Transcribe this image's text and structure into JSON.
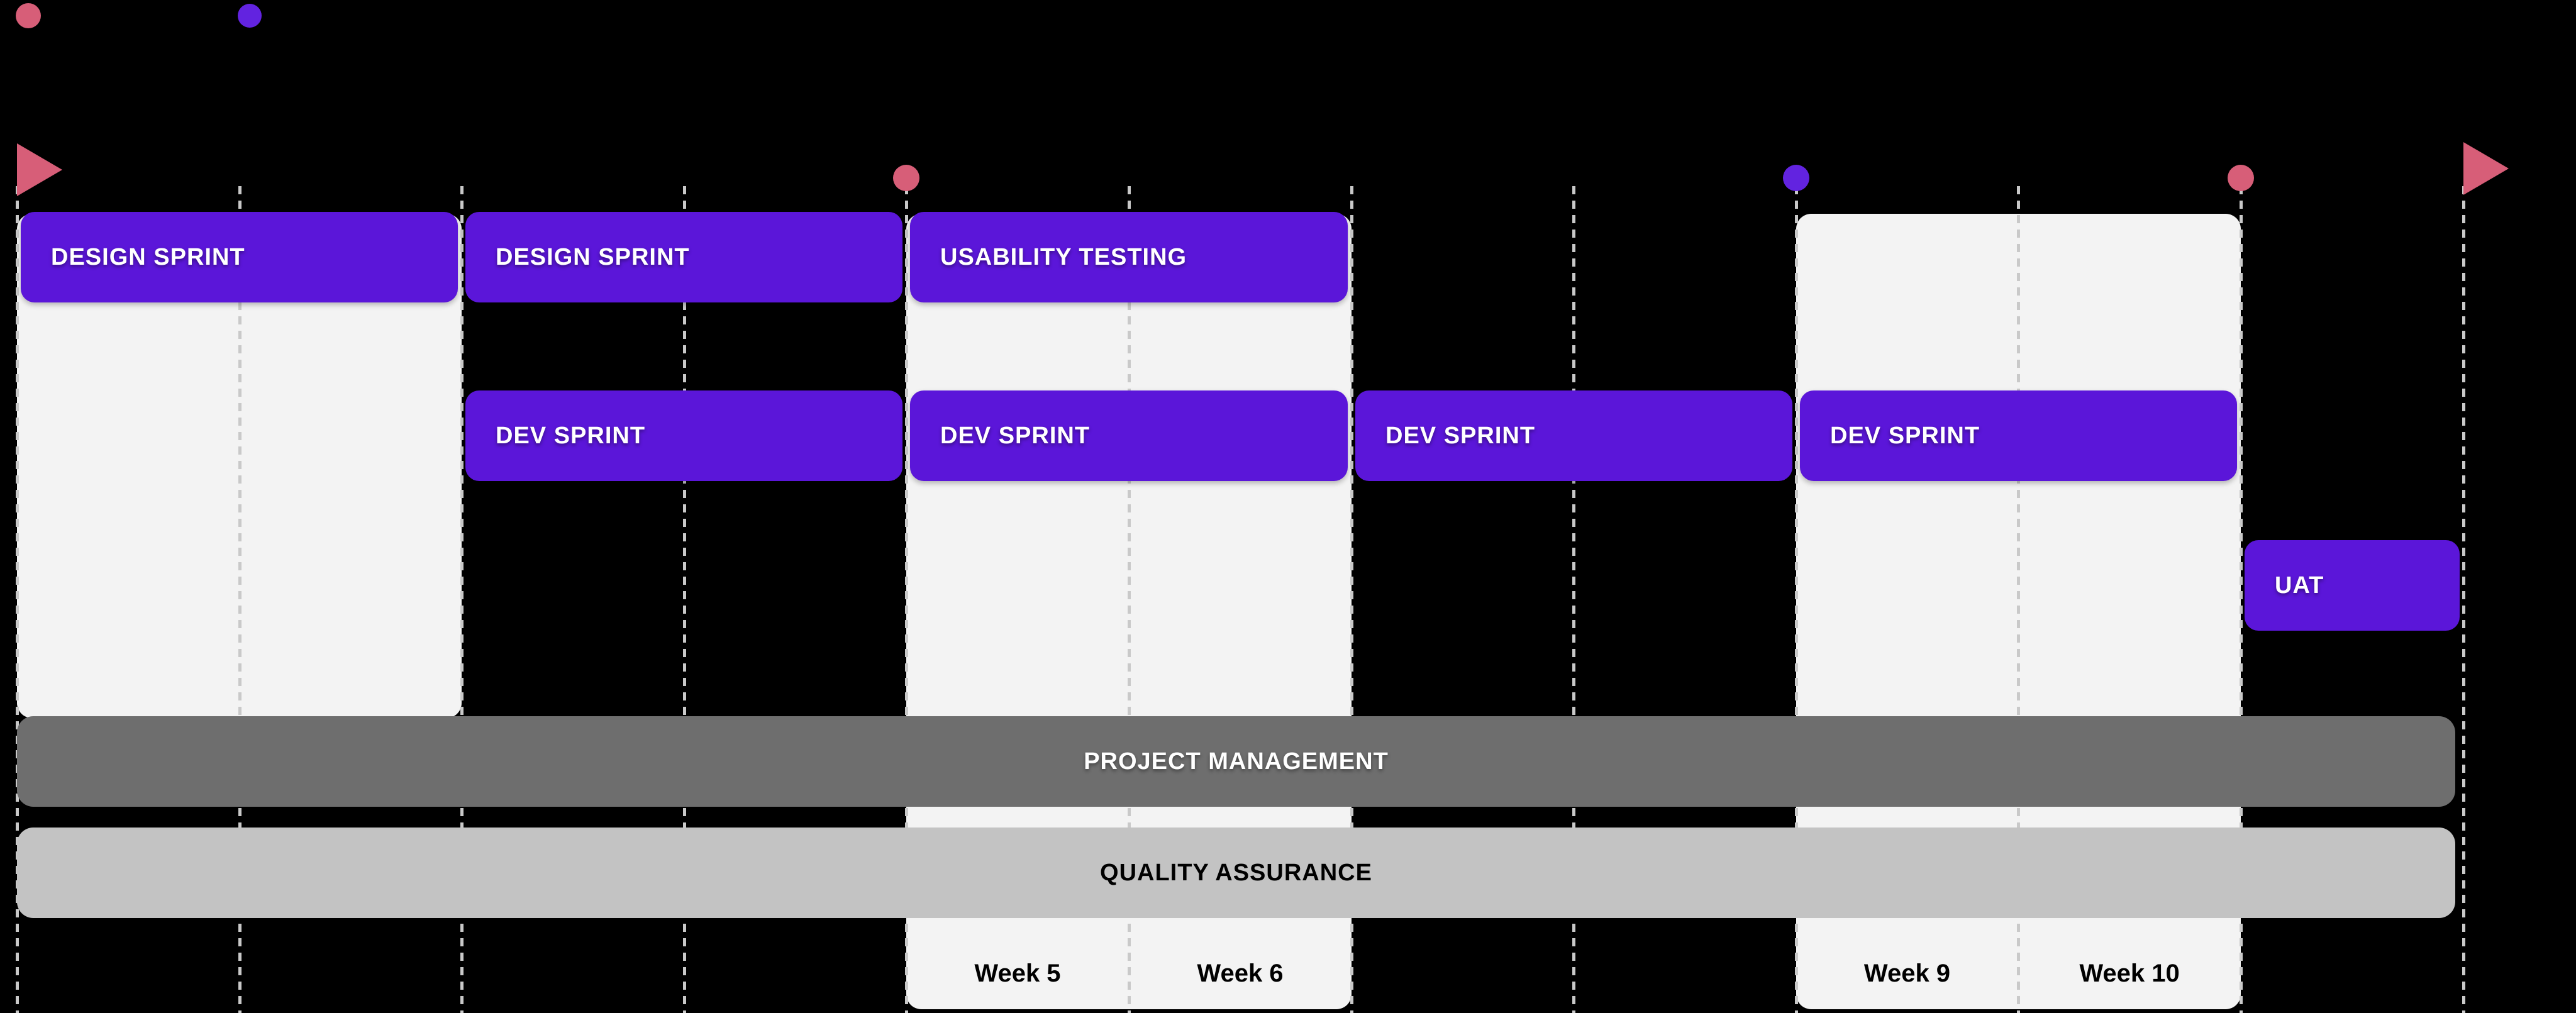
{
  "colors": {
    "background": "#000000",
    "sprint_bar": "#5b16d9",
    "milestone_red": "#d75e78",
    "milestone_purple": "#6223e0",
    "project_management_bar": "#6e6e6e",
    "quality_assurance_bar": "#c3c3c3",
    "week_highlight_band": "#f3f3f3",
    "gridline": "#c9c9c9",
    "sprint_bar_text": "#ffffff",
    "week_label_text": "#000000"
  },
  "chart_data": {
    "type": "bar",
    "subtype": "gantt_timeline",
    "x_unit": "weeks",
    "x_range": [
      1,
      12
    ],
    "gridlines": {
      "style": "dashed",
      "at_week_boundaries": [
        1,
        2,
        3,
        4,
        5,
        6,
        7,
        8,
        9,
        10,
        11,
        12
      ]
    },
    "tasks": [
      {
        "label": "DESIGN SPRINT",
        "row": 1,
        "start_week": 1,
        "end_week": 2
      },
      {
        "label": "DESIGN SPRINT",
        "row": 1,
        "start_week": 3,
        "end_week": 4
      },
      {
        "label": "USABILITY TESTING",
        "row": 1,
        "start_week": 5,
        "end_week": 6
      },
      {
        "label": "DEV SPRINT",
        "row": 2,
        "start_week": 3,
        "end_week": 4
      },
      {
        "label": "DEV SPRINT",
        "row": 2,
        "start_week": 5,
        "end_week": 6
      },
      {
        "label": "DEV SPRINT",
        "row": 2,
        "start_week": 7,
        "end_week": 8
      },
      {
        "label": "DEV SPRINT",
        "row": 2,
        "start_week": 9,
        "end_week": 10
      },
      {
        "label": "UAT",
        "row": 3,
        "start_week": 11,
        "end_week": 11
      }
    ],
    "spanning_tracks": [
      {
        "label": "PROJECT MANAGEMENT",
        "start_week": 1,
        "end_week": 11
      },
      {
        "label": "QUALITY ASSURANCE",
        "start_week": 1,
        "end_week": 11
      }
    ],
    "milestones": [
      {
        "marker": "flag",
        "color": "red",
        "week": 1,
        "position": "timeline-start"
      },
      {
        "marker": "circle",
        "color": "red",
        "week": 5,
        "position": "week-start"
      },
      {
        "marker": "circle",
        "color": "purple",
        "week": 9,
        "position": "week-start"
      },
      {
        "marker": "circle",
        "color": "red",
        "week": 11,
        "position": "week-start"
      },
      {
        "marker": "flag",
        "color": "red",
        "week": 12,
        "position": "timeline-end"
      }
    ],
    "legend_markers": [
      {
        "marker": "circle",
        "color": "red"
      },
      {
        "marker": "circle",
        "color": "purple"
      }
    ],
    "highlight_bands_weeks": [
      [
        1,
        2
      ],
      [
        5,
        6
      ],
      [
        9,
        10
      ]
    ],
    "week_labels": [
      {
        "label": "Week 5",
        "week": 5
      },
      {
        "label": "Week 6",
        "week": 6
      },
      {
        "label": "Week 9",
        "week": 9
      },
      {
        "label": "Week 10",
        "week": 10
      }
    ]
  }
}
